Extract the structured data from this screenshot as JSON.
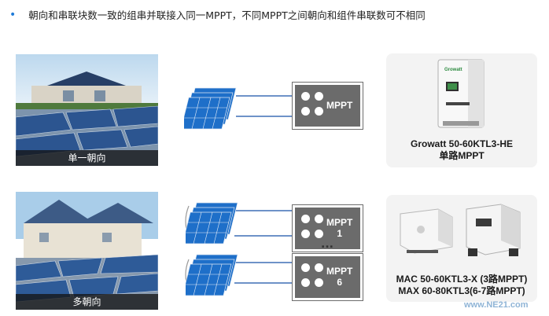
{
  "header": {
    "text": "朝向和串联块数一致的组串并联接入同一MPPT，不同MPPT之间朝向和组件串联数可不相同"
  },
  "top_row": {
    "photo_caption": "单一朝向",
    "mppt_label": "MPPT",
    "device_title_line1": "Growatt 50-60KTL3-HE",
    "device_title_line2": "单路MPPT",
    "device_logo": "Growatt"
  },
  "bottom_row": {
    "photo_caption": "多朝向",
    "mppt1_label": "MPPT",
    "mppt1_index": "1",
    "mppt2_label": "MPPT",
    "mppt2_index": "6",
    "ellipsis": "...",
    "device_title_line1": "MAC 50-60KTL3-X (3路MPPT)",
    "device_title_line2": "MAX 60-80KTL3(6-7路MPPT)"
  },
  "watermark": "www.NE21.com",
  "colors": {
    "bullet": "#1f7bd8",
    "panel_blue": "#1e6fc9",
    "mppt_gray": "#6b6b6b",
    "line_blue": "#3e6fb5"
  }
}
